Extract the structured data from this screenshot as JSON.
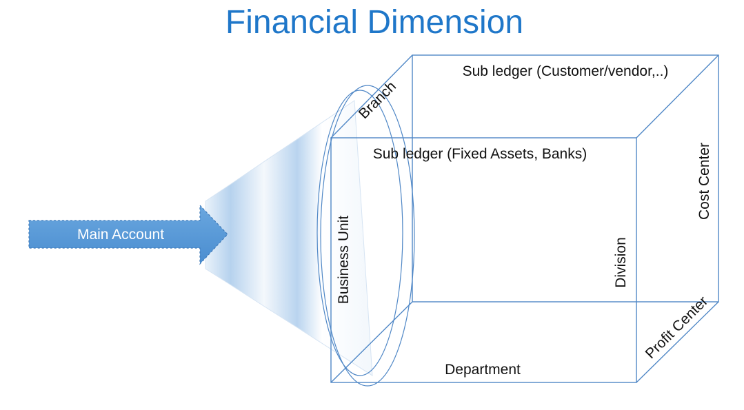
{
  "title": "Financial Dimension",
  "arrow": {
    "label": "Main Account"
  },
  "cube": {
    "back_face_label": "Sub ledger (Customer/vendor,..)",
    "front_face_label": "Sub ledger (Fixed Assets, Banks)",
    "top_left_edge_label": "Branch",
    "left_face_label": "Business Unit",
    "inner_right_label": "Division",
    "right_face_label": "Cost Center",
    "bottom_right_label": "Profit Center",
    "bottom_face_label": "Department"
  },
  "colors": {
    "title": "#1f77c9",
    "edges": "#4f87c6",
    "arrow_fill": "#5b9bd5",
    "cone_light": "#eef5fb",
    "cone_mid": "#b7d3ee"
  }
}
